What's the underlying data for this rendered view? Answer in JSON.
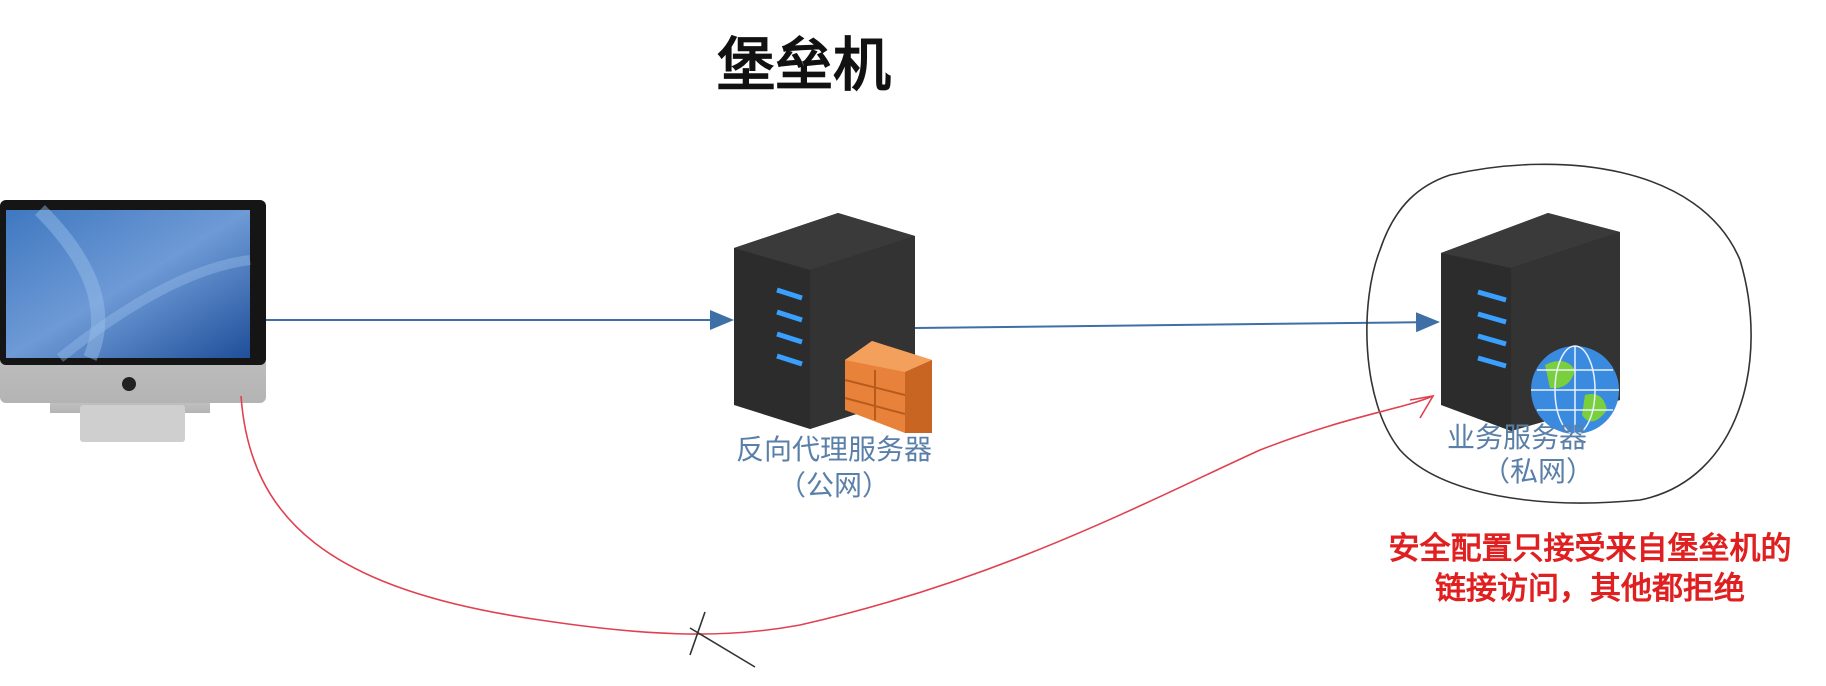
{
  "title": "堡垒机",
  "proxy_server": {
    "name": "反向代理服务器",
    "network": "（公网）"
  },
  "business_server": {
    "name": "业务服务器",
    "network": "（私网）"
  },
  "note": {
    "line1": "安全配置只接受来自堡垒机的",
    "line2": "链接访问，其他都拒绝"
  },
  "colors": {
    "arrow": "#3e6fa6",
    "annotation": "#e02020",
    "label": "#5a7fa8"
  }
}
